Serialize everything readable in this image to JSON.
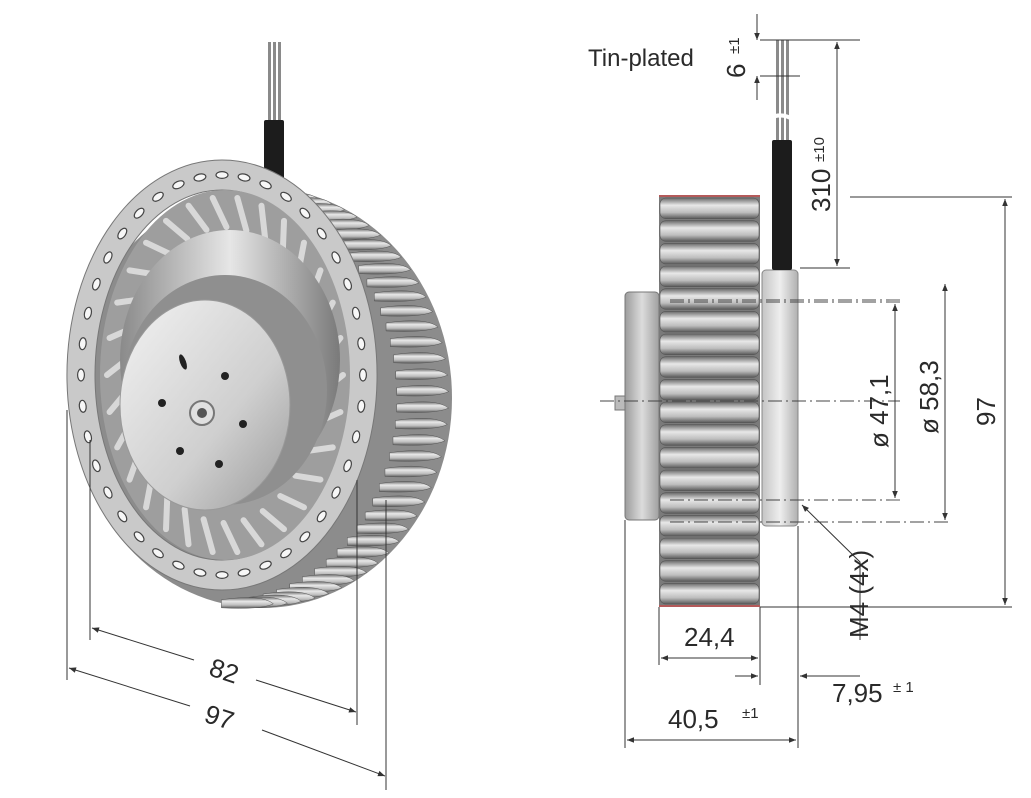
{
  "annotations": {
    "tin_plated": "Tin-plated",
    "strip_length": "6",
    "strip_length_tol": "±1",
    "cable_length": "310",
    "cable_length_tol": "±10",
    "wheel_inner_dia": "82",
    "wheel_outer_dia": "97",
    "pitch_dia_inner": "ø 47,1",
    "pitch_dia_outer": "ø 58,3",
    "overall_height": "97",
    "thread": "M4 (4x)",
    "wheel_width": "24,4",
    "flange_offset": "7,95",
    "flange_offset_tol": "± 1",
    "overall_depth": "40,5",
    "overall_depth_tol": "±1"
  },
  "colors": {
    "metal_light": "#d9d9d9",
    "metal_mid": "#a8a8a8",
    "metal_dark": "#6e6e6e",
    "cable": "#1c1c1c",
    "dimension_lines": "#333333",
    "text": "#2a2a2a"
  }
}
